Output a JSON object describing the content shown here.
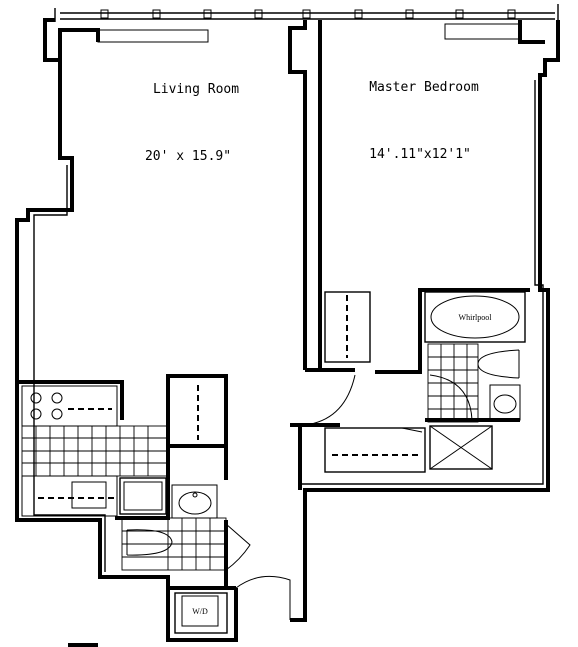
{
  "rooms": {
    "living": {
      "name": "Living Room",
      "dimensions": "20' x 15.9\""
    },
    "bedroom": {
      "name": "Master Bedroom",
      "dimensions": "14'.11\"x12'1\""
    }
  },
  "fixtures": {
    "whirlpool": "Whirlpool",
    "washer_dryer": "W/D"
  },
  "colors": {
    "line": "#000000",
    "background": "#ffffff"
  }
}
